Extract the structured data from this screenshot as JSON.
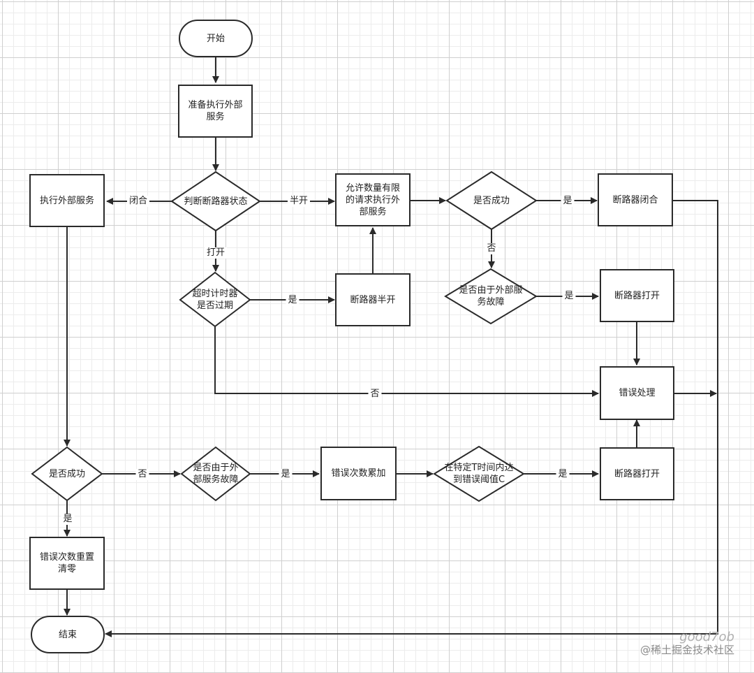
{
  "nodes": {
    "start": "开始",
    "prepare": "准备执行外部\n服务",
    "judge_state": "判断断路器状态",
    "exec_service": "执行外部服务",
    "allow_limited": "允许数量有限\n的请求执行外\n部服务",
    "is_success_top": "是否成功",
    "breaker_close": "断路器闭合",
    "timer_expired": "超时计时器\n是否过期",
    "half_open": "断路器半开",
    "ext_fault_top": "是否由于外部服\n务故障",
    "breaker_open_top": "断路器打开",
    "error_handle": "错误处理",
    "is_success_bottom": "是否成功",
    "ext_fault_bottom": "是否由于外\n部服务故障",
    "error_count_add": "错误次数累加",
    "threshold": "在特定T时间内达\n到错误阈值C",
    "breaker_open_bottom": "断路器打开",
    "reset_count": "错误次数重置\n清零",
    "end": "结束"
  },
  "labels": {
    "closed": "闭合",
    "half": "半开",
    "open": "打开",
    "yes_timer": "是",
    "no_timer": "否",
    "yes_close": "是",
    "no_top": "否",
    "yes_fault_top": "是",
    "no_bottom": "否",
    "yes_fault_bottom": "是",
    "yes_threshold": "是",
    "yes_success_bottom": "是"
  },
  "watermark": {
    "line1": "good7ob",
    "line2": "@稀土掘金技术社区"
  }
}
